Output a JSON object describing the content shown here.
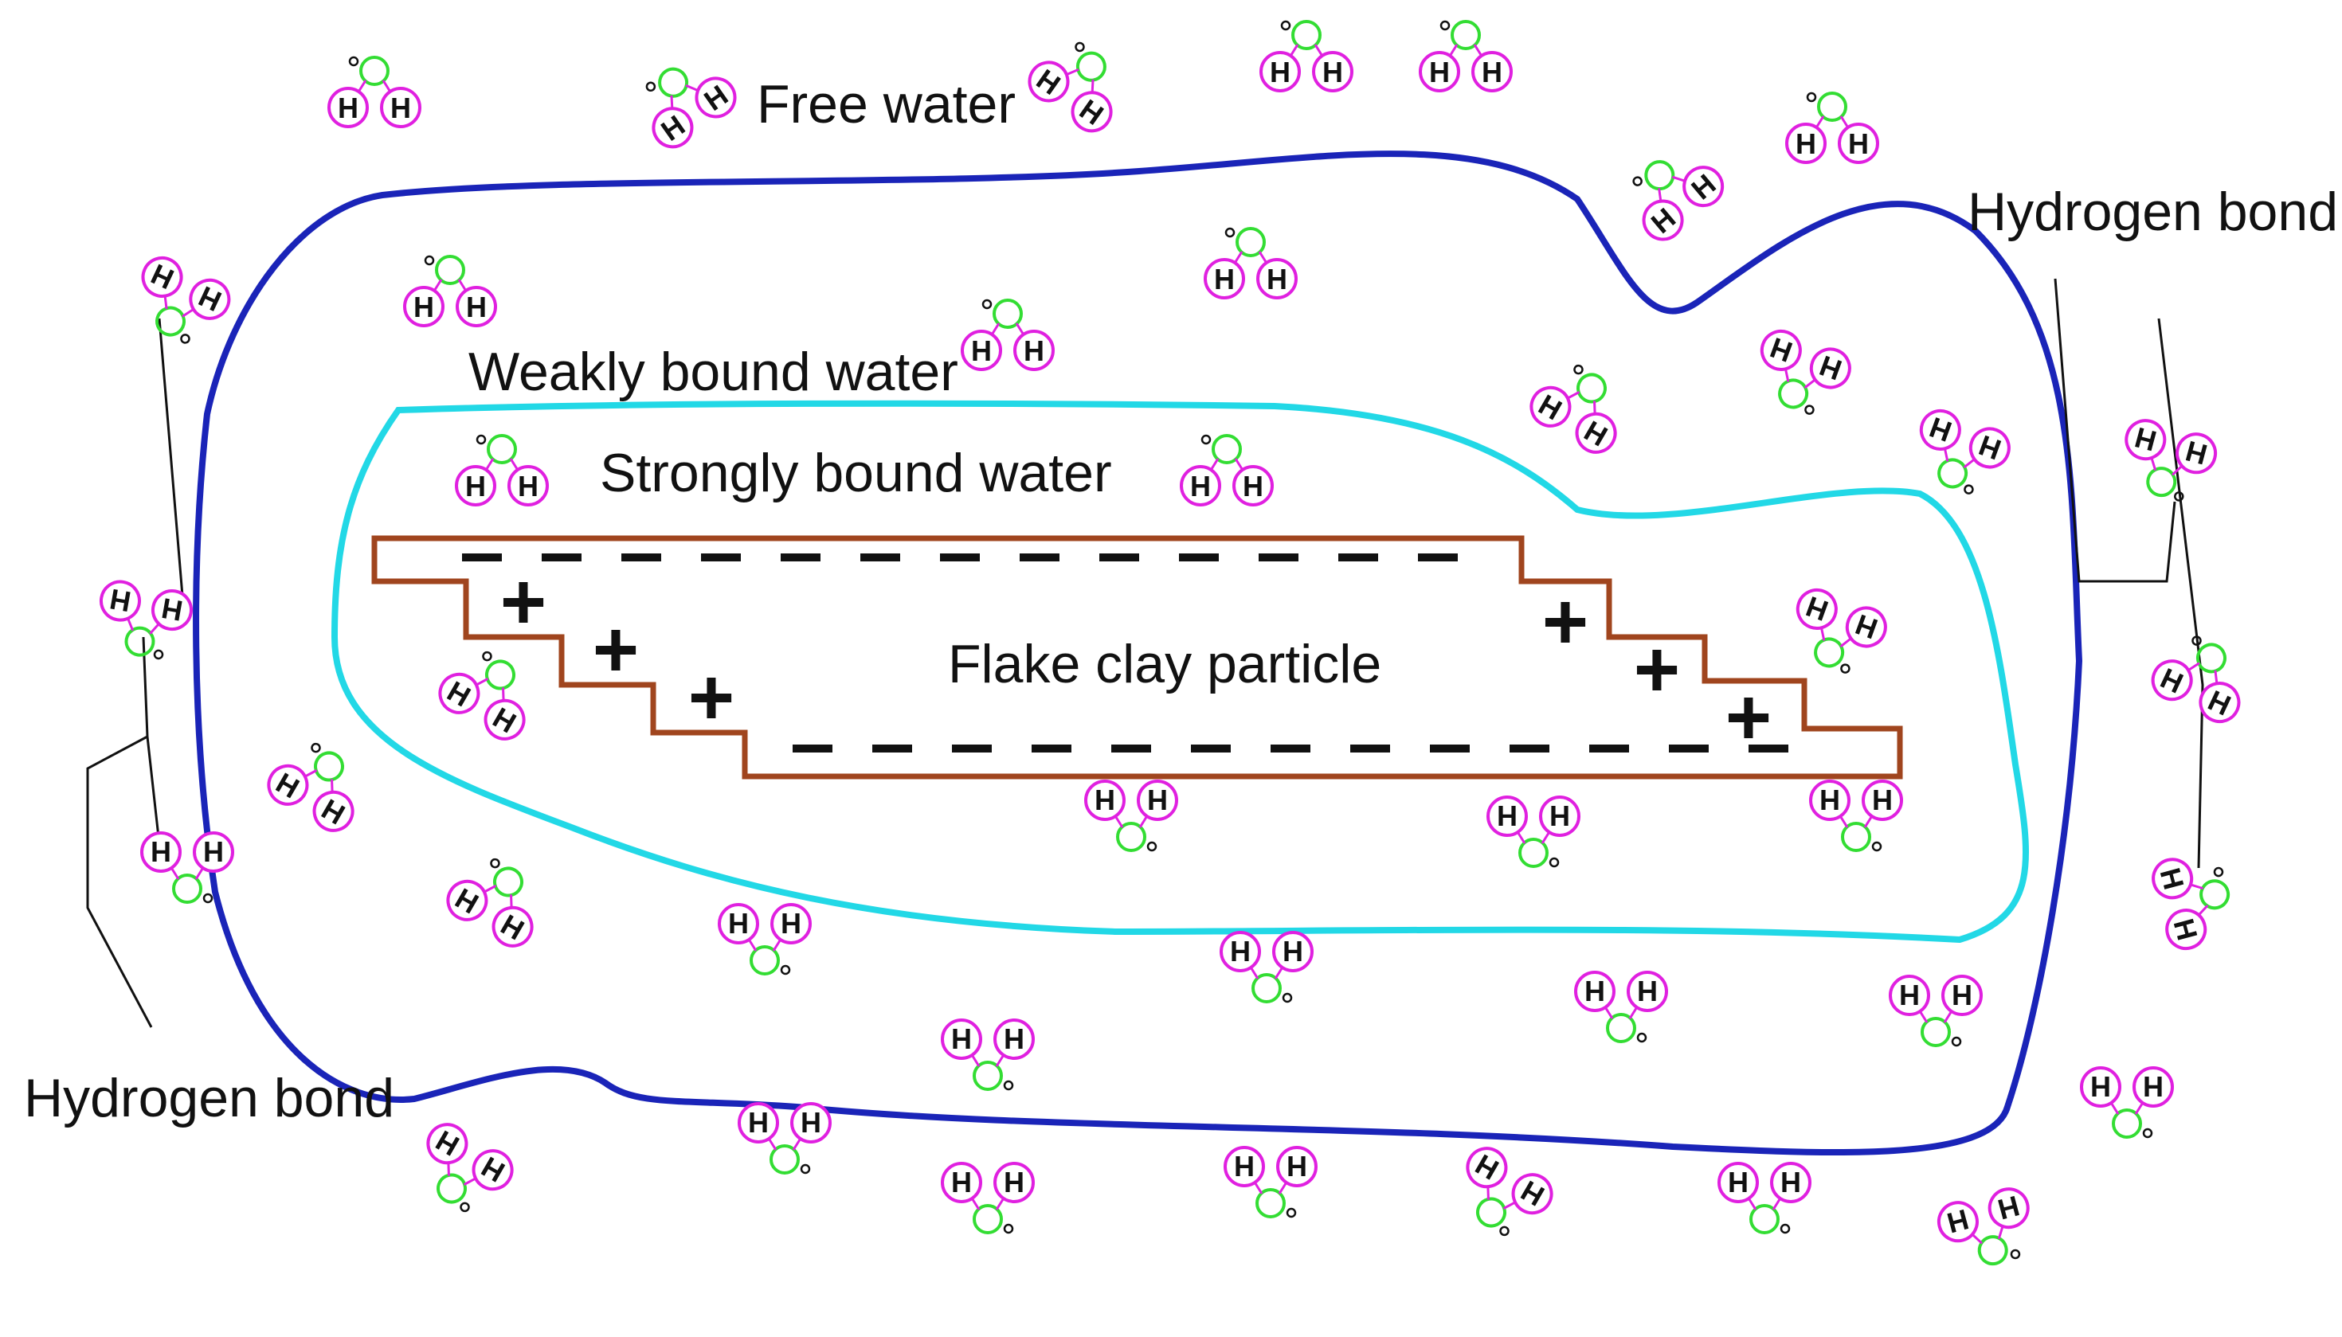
{
  "labels": {
    "free_water": "Free water",
    "weakly_bound": "Weakly bound water",
    "strongly_bound": "Strongly bound water",
    "particle": "Flake clay particle",
    "hbond_left": "Hydrogen bond",
    "hbond_right": "Hydrogen bond"
  },
  "molecule": {
    "h_symbol": "H"
  },
  "charges": {
    "positive_symbol": "+"
  },
  "colors": {
    "weakly_boundary": "#1a24b8",
    "strongly_boundary": "#22d8e6",
    "particle_outline": "#a0451e",
    "oxygen": "#33dd33",
    "hydrogen": "#e020e0",
    "charge_marks": "#111111",
    "bond_lines": "#111111"
  }
}
